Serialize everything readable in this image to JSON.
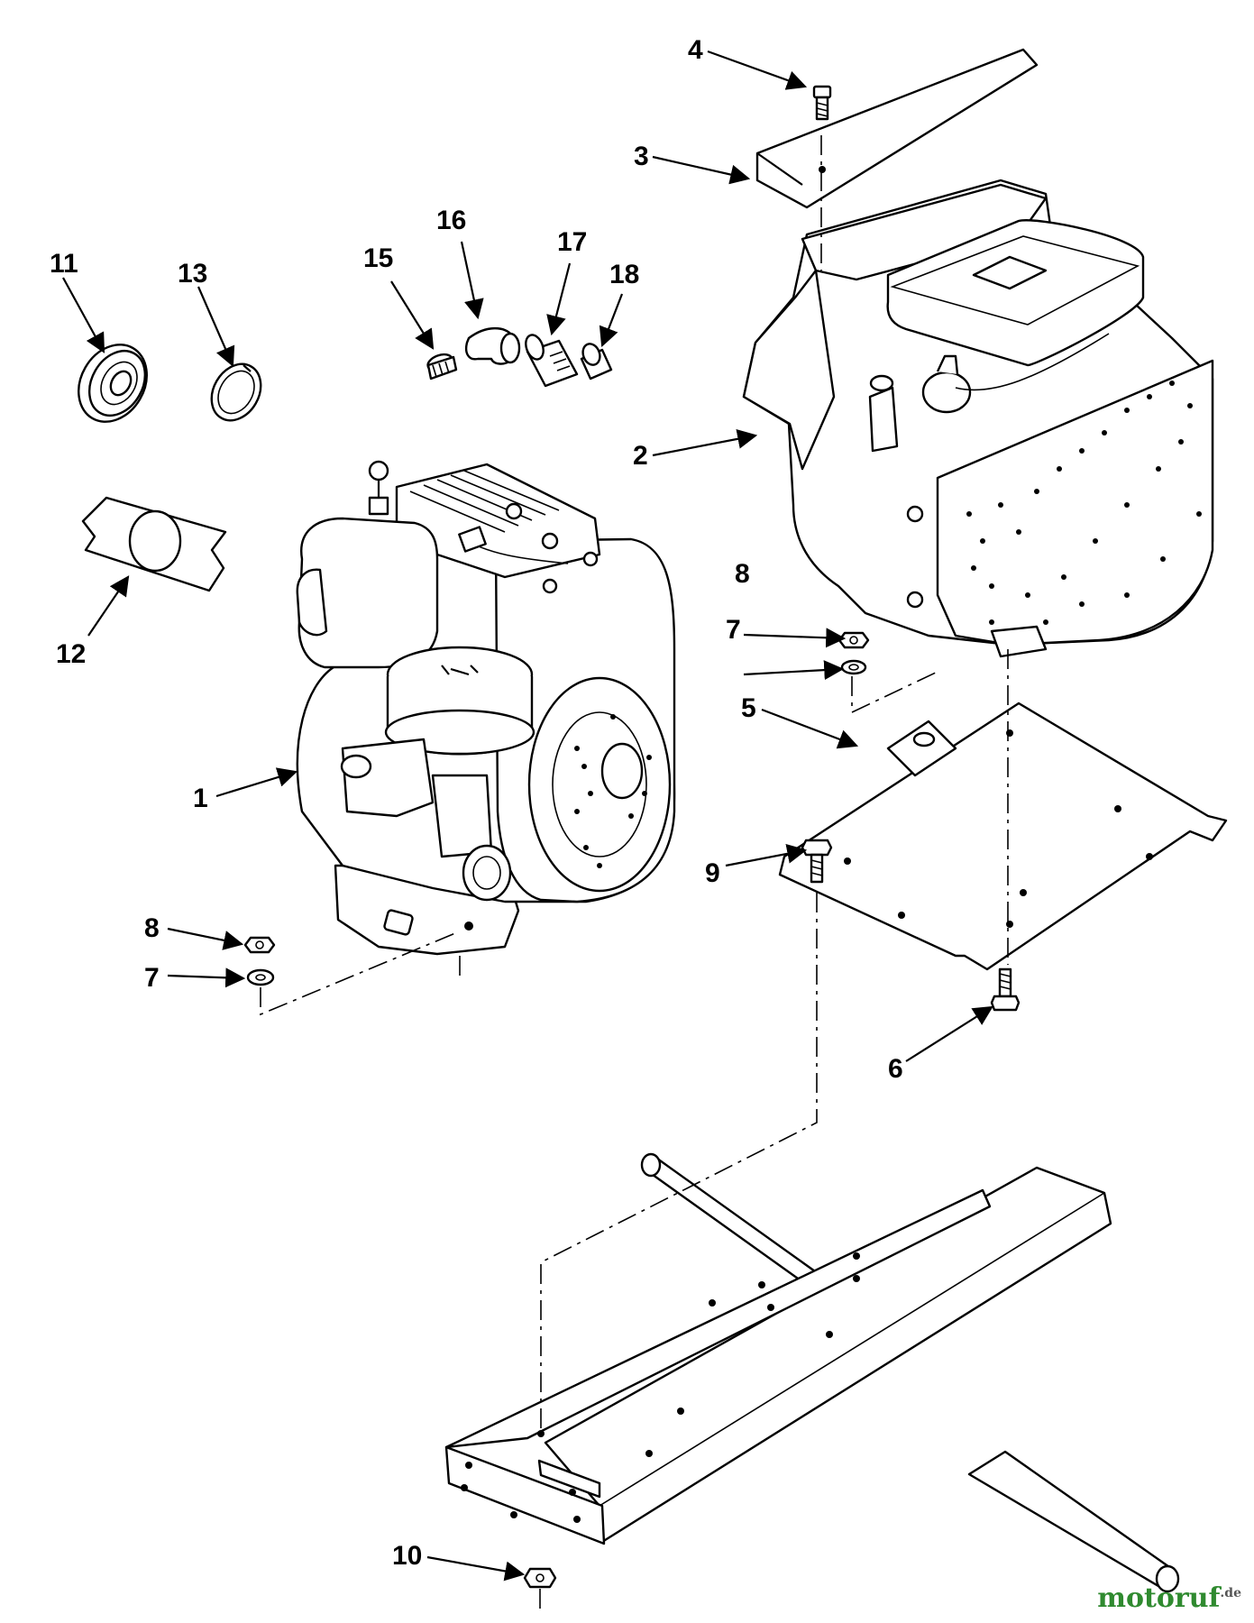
{
  "callouts": [
    {
      "id": "1",
      "label": "1"
    },
    {
      "id": "2",
      "label": "2"
    },
    {
      "id": "3",
      "label": "3"
    },
    {
      "id": "4",
      "label": "4"
    },
    {
      "id": "5",
      "label": "5"
    },
    {
      "id": "6",
      "label": "6"
    },
    {
      "id": "7a",
      "label": "7"
    },
    {
      "id": "7b",
      "label": "7"
    },
    {
      "id": "8a",
      "label": "8"
    },
    {
      "id": "8b",
      "label": "8"
    },
    {
      "id": "9",
      "label": "9"
    },
    {
      "id": "10",
      "label": "10"
    },
    {
      "id": "11",
      "label": "11"
    },
    {
      "id": "12",
      "label": "12"
    },
    {
      "id": "13",
      "label": "13"
    },
    {
      "id": "15",
      "label": "15"
    },
    {
      "id": "16",
      "label": "16"
    },
    {
      "id": "17",
      "label": "17"
    },
    {
      "id": "18",
      "label": "18"
    }
  ],
  "watermark": {
    "name": "motoruf",
    "tld": ".de",
    "color": "#2f8a2f"
  }
}
